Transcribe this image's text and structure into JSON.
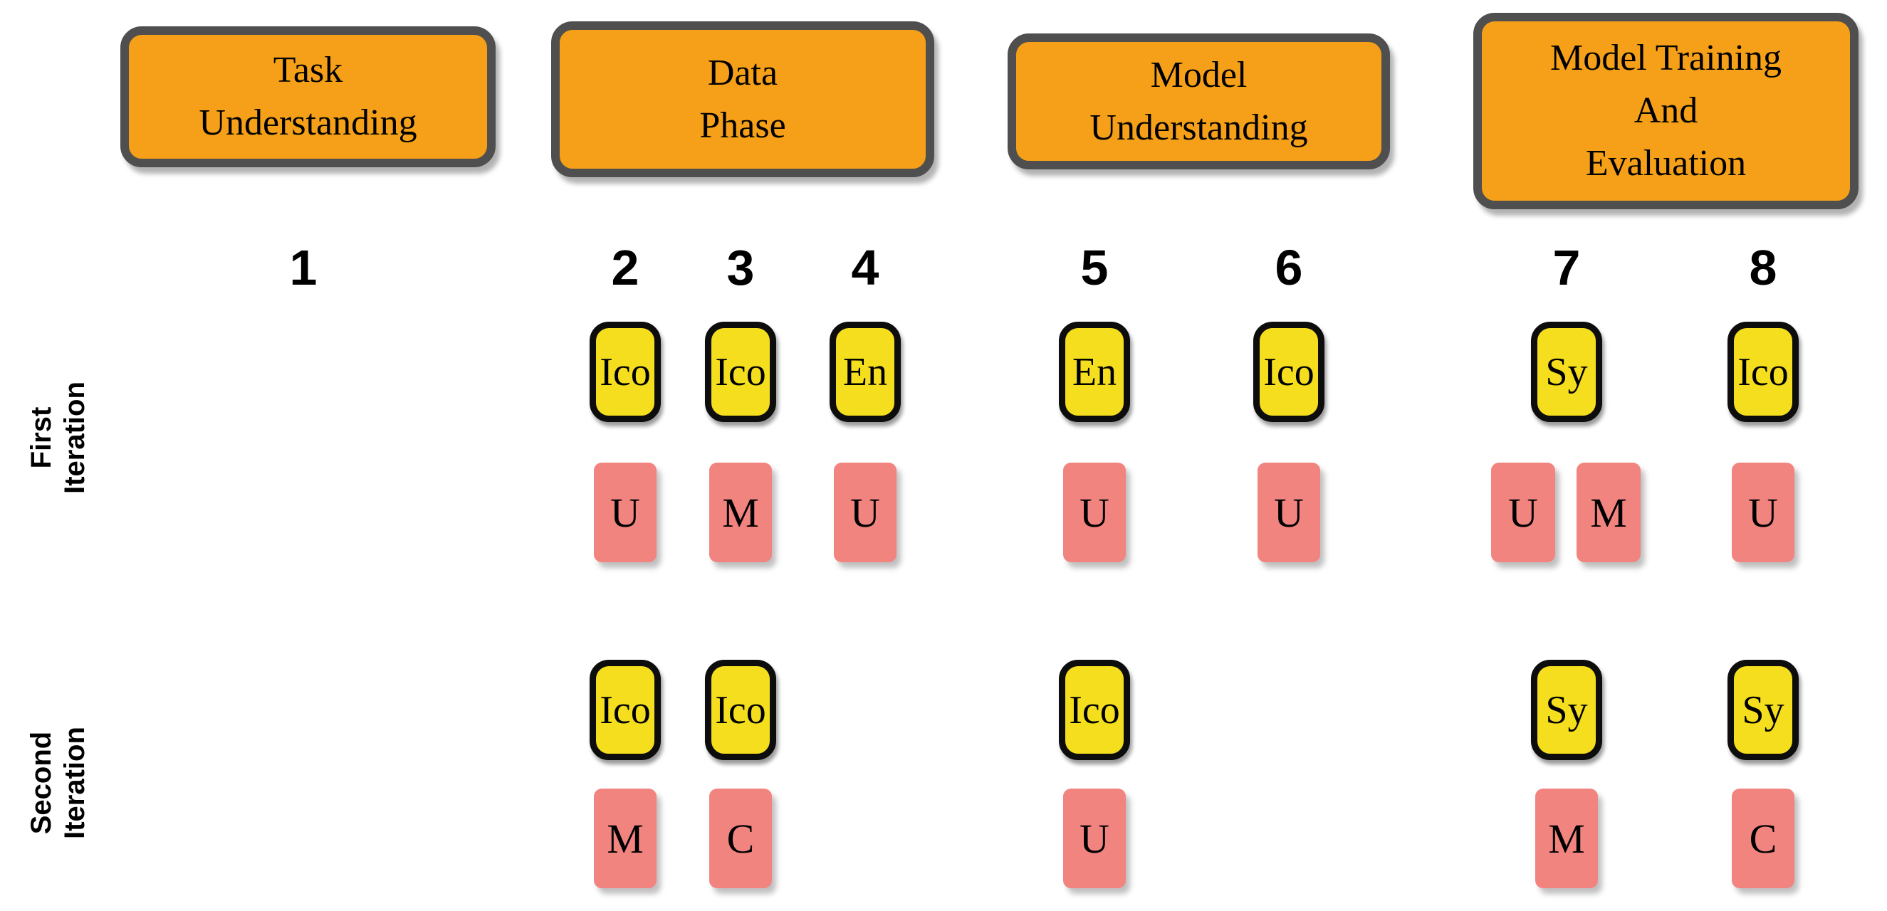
{
  "colors": {
    "background": "#FFFFFF",
    "phase_fill": "#F5A018",
    "phase_border": "#4F4F4F",
    "stage_fill": "#F4DE1D",
    "stage_border": "#0D0D0D",
    "action_fill": "#F28480",
    "ink": "#000000"
  },
  "phases": [
    {
      "label": "Task\nUnderstanding"
    },
    {
      "label": "Data\nPhase"
    },
    {
      "label": "Model\nUnderstanding"
    },
    {
      "label": "Model Training\nAnd\nEvaluation"
    }
  ],
  "step_numbers": [
    "1",
    "2",
    "3",
    "4",
    "5",
    "6",
    "7",
    "8"
  ],
  "iteration_labels": [
    {
      "label": "First\nIteration"
    },
    {
      "label": "Second\nIteration"
    }
  ],
  "row1_cells": [
    {
      "col": "2",
      "stage": "Ico",
      "action": "U"
    },
    {
      "col": "3",
      "stage": "Ico",
      "action": "M"
    },
    {
      "col": "4",
      "stage": "En",
      "action": "U"
    },
    {
      "col": "5",
      "stage": "En",
      "action": "U"
    },
    {
      "col": "6",
      "stage": "Ico",
      "action": "U"
    },
    {
      "col": "7",
      "stage": "Sy",
      "action": "U",
      "action2": "M"
    },
    {
      "col": "8",
      "stage": "Ico",
      "action": "U"
    }
  ],
  "row2_cells": [
    {
      "col": "2",
      "stage": "Ico",
      "action": "M"
    },
    {
      "col": "3",
      "stage": "Ico",
      "action": "C"
    },
    {
      "col": "5",
      "stage": "Ico",
      "action": "U"
    },
    {
      "col": "7",
      "stage": "Sy",
      "action": "M"
    },
    {
      "col": "8",
      "stage": "Sy",
      "action": "C"
    }
  ]
}
